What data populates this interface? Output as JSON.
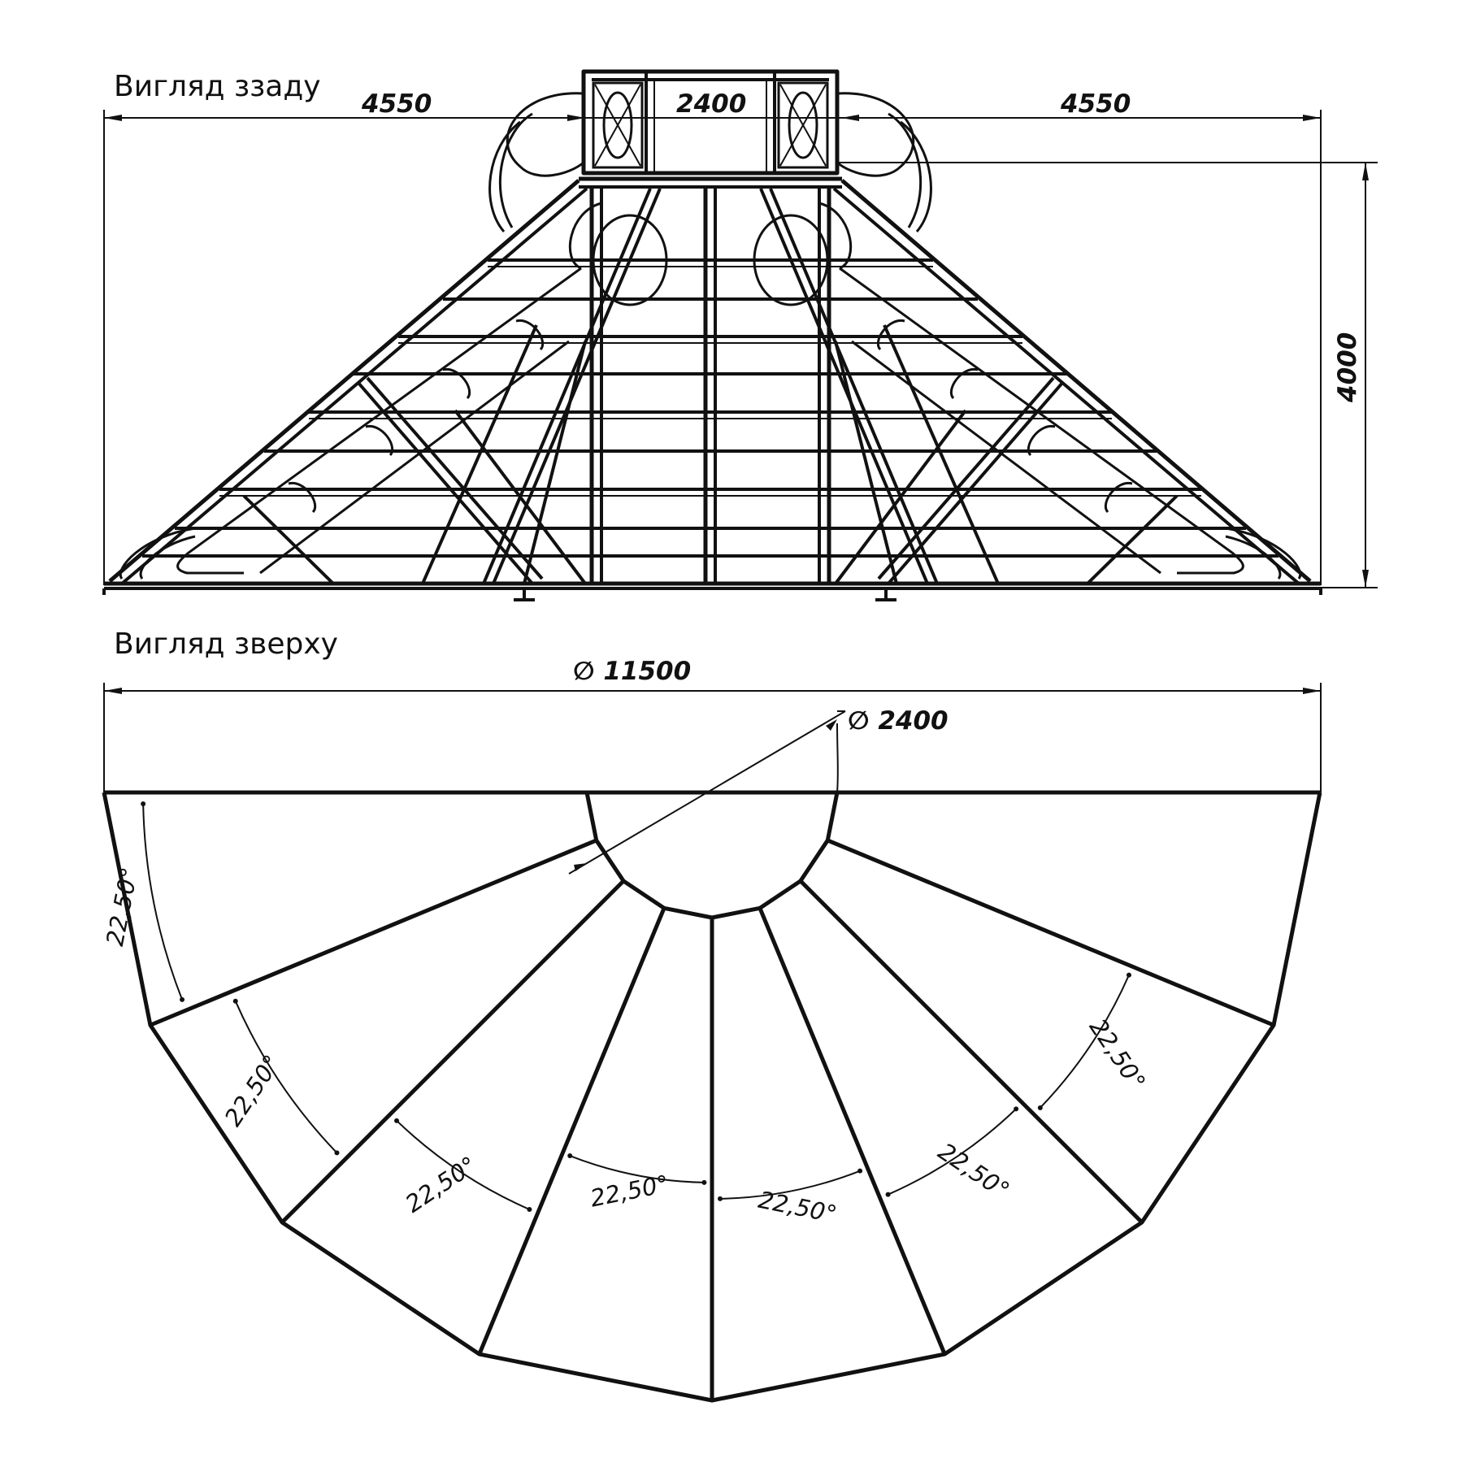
{
  "rear_view": {
    "title": "Вигляд ззаду",
    "dim_left": "4550",
    "dim_center": "2400",
    "dim_right": "4550",
    "dim_height": "4000"
  },
  "top_view": {
    "title": "Вигляд зверху",
    "dim_outer_diameter": "∅ 11500",
    "dim_inner_diameter": "∅ 2400",
    "sector_angle_label": "22,50°",
    "sector_count": 8,
    "sector_angle_deg": 22.5
  },
  "colors": {
    "line": "#111111",
    "background": "#ffffff"
  }
}
